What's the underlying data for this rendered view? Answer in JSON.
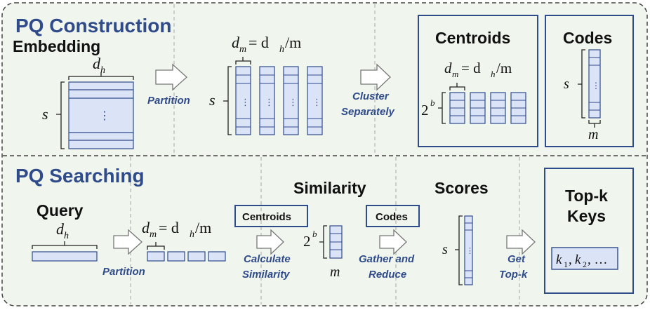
{
  "sections": {
    "construction": {
      "title": "PQ Construction"
    },
    "searching": {
      "title": "PQ Searching"
    }
  },
  "labels": {
    "embedding": "Embedding",
    "centroids": "Centroids",
    "codes": "Codes",
    "query": "Query",
    "similarity": "Similarity",
    "scores": "Scores",
    "topk_line1": "Top-k",
    "topk_line2": "Keys",
    "centroids_box": "Centroids",
    "codes_box": "Codes"
  },
  "actions": {
    "partition": "Partition",
    "cluster_line1": "Cluster",
    "cluster_line2": "Separately",
    "partition2": "Partition",
    "calc_line1": "Calculate",
    "calc_line2": "Similarity",
    "gather_line1": "Gather and",
    "gather_line2": "Reduce",
    "get_line1": "Get",
    "get_line2": "Top-k"
  },
  "math": {
    "d_h": "d",
    "d_h_sub": "h",
    "s": "s",
    "m": "m",
    "dm_eq": "d",
    "dm_sub": "m",
    "dm_rhs": " = d",
    "dm_rhs_sub": "h",
    "dm_tail": "/m",
    "two": "2",
    "b": "b",
    "keys": "k",
    "k1": "1",
    "k2": "2",
    "ellipsis": ", …"
  },
  "colors": {
    "frame": "#2f4b8a",
    "cell_fill": "#dbe3f7",
    "background": "#f0f5ee"
  }
}
